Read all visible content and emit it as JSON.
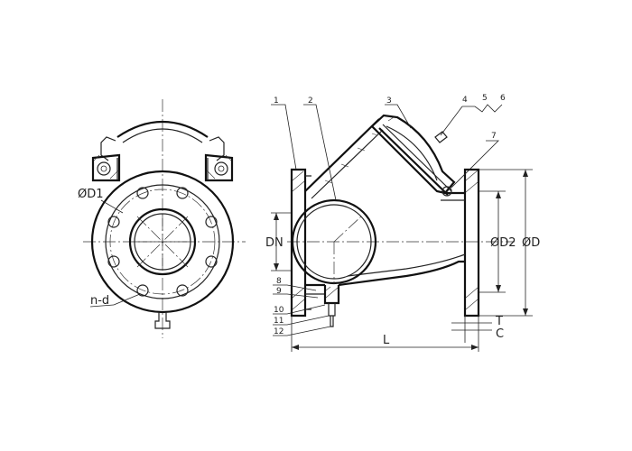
{
  "diagram": {
    "end_view_labels": {
      "bolt_circle": "ØD1",
      "bolt_holes": "n-d"
    },
    "section_labels": {
      "nominal_diameter": "DN",
      "raised_face_dia": "ØD2",
      "flange_dia": "ØD",
      "length": "L",
      "flange_thickness": "T",
      "raised_face_height": "C"
    },
    "part_numbers": [
      "1",
      "2",
      "3",
      "4",
      "5",
      "6",
      "7",
      "8",
      "9",
      "10",
      "11",
      "12"
    ]
  }
}
